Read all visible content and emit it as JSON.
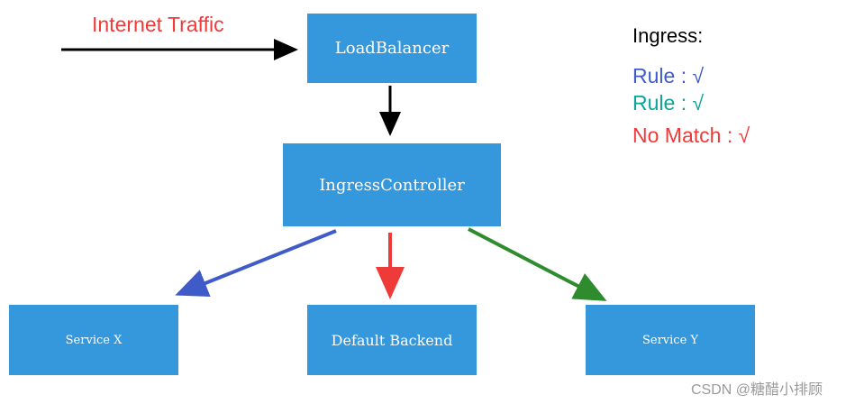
{
  "nodes": {
    "load_balancer": "LoadBalancer",
    "ingress_controller": "IngressController",
    "service_x": "Service X",
    "default_backend": "Default Backend",
    "service_y": "Service Y"
  },
  "labels": {
    "internet_traffic": "Internet Traffic"
  },
  "legend": {
    "title": "Ingress:",
    "rules": [
      {
        "text": "Rule : √",
        "color": "#3f5bc9"
      },
      {
        "text": "Rule : √",
        "color": "#0aa49a"
      },
      {
        "text": "No Match : √",
        "color": "#ef3a3a"
      }
    ]
  },
  "colors": {
    "box": "#3598dc",
    "arrow_black": "#000000",
    "arrow_blue": "#3f5bc9",
    "arrow_red": "#ef3a3a",
    "arrow_green": "#2e8b2e"
  },
  "watermark": "CSDN @糖醋小排顾"
}
